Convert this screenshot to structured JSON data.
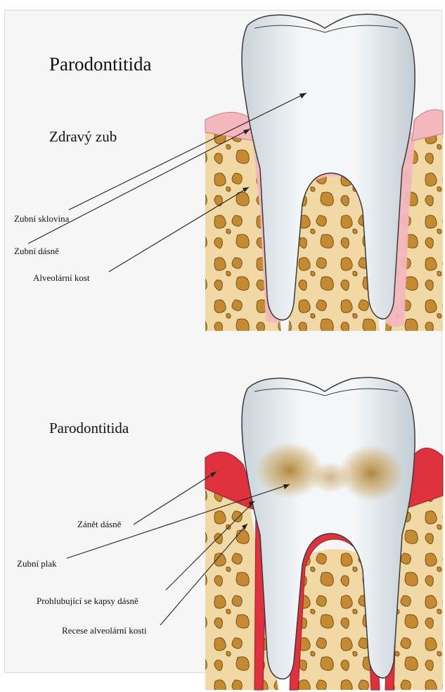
{
  "title": "Parodontitida",
  "healthy": {
    "heading": "Zdravý zub",
    "labels": [
      "Zubní sklovina",
      "Zubní dásně",
      "Alveolární kost"
    ]
  },
  "diseased": {
    "heading": "Parodontitida",
    "labels": [
      "Zánět dásně",
      "Zubní plak",
      "Prohlubující se kapsy dásně",
      "Recese alveolární kosti"
    ]
  },
  "colors": {
    "bone": "#f1d9a5",
    "bone_holes": "#c48a2f",
    "gum_healthy": "#f3b7bd",
    "gum_inflamed": "#e0313f",
    "tooth": "#e9eef2",
    "plaque": "#c8a257"
  }
}
